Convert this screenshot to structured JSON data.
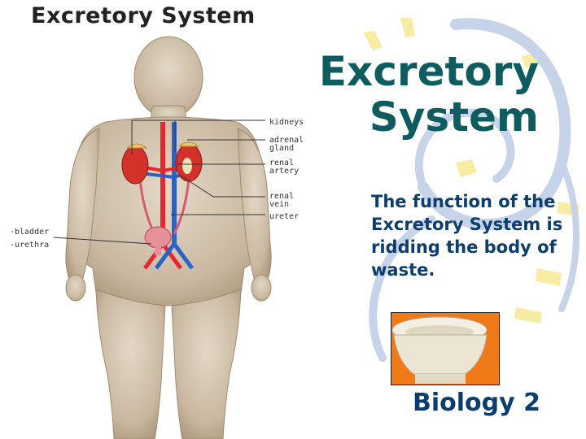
{
  "slide": {
    "title": "Excretory System",
    "body": "The function of the Excretory System is ridding the body of waste.",
    "footer": "Biology 2"
  },
  "diagram": {
    "title": "Excretory System",
    "labels": {
      "kidneys": "kidneys",
      "adrenal_gland_1": "adrenal",
      "adrenal_gland_2": "gland",
      "renal_artery_1": "renal",
      "renal_artery_2": "artery",
      "renal_vein_1": "renal",
      "renal_vein_2": "vein",
      "ureter": "ureter",
      "bladder": "-bladder",
      "urethra": "-urethra"
    }
  },
  "colors": {
    "title": "#0e5c5f",
    "text": "#0c3d6f",
    "skin": "#c9b8a0",
    "artery": "#e8262f",
    "vein": "#2a62c9",
    "kidney": "#d2322a",
    "swirl": "#c6d3e8",
    "accent_yellow": "#f6eca4"
  }
}
